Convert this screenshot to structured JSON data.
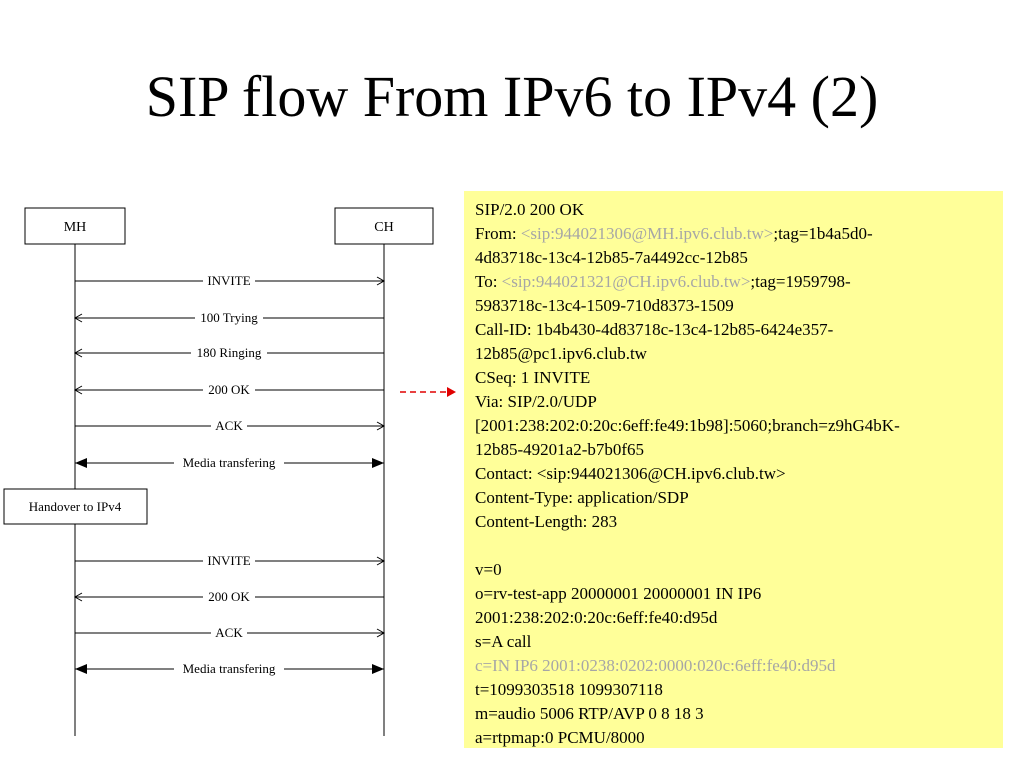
{
  "slide": {
    "title": "SIP flow From IPv6 to IPv4 (2)"
  },
  "diagram": {
    "actors": {
      "left": "MH",
      "right": "CH"
    },
    "messages": [
      {
        "label": "INVITE",
        "direction": "right"
      },
      {
        "label": "100 Trying",
        "direction": "left"
      },
      {
        "label": "180 Ringing",
        "direction": "left"
      },
      {
        "label": "200 OK",
        "direction": "left"
      },
      {
        "label": "ACK",
        "direction": "right"
      },
      {
        "label": "Media transfering",
        "direction": "both"
      }
    ],
    "handover_label": "Handover to IPv4",
    "messages_after": [
      {
        "label": "INVITE",
        "direction": "right"
      },
      {
        "label": "200 OK",
        "direction": "left"
      },
      {
        "label": "ACK",
        "direction": "right"
      },
      {
        "label": "Media transfering",
        "direction": "both"
      }
    ],
    "colors": {
      "pointer_arrow": "#e00000"
    }
  },
  "sip_message": {
    "status_line": "SIP/2.0 200 OK",
    "from_prefix": "From: ",
    "from_uri": "<sip:944021306@MH.ipv6.club.tw>",
    "from_suffix": ";tag=1b4a5d0-",
    "from_cont": "4d83718c-13c4-12b85-7a4492cc-12b85",
    "to_prefix": "To: ",
    "to_uri": "<sip:944021321@CH.ipv6.club.tw>",
    "to_suffix": ";tag=1959798-",
    "to_cont": "5983718c-13c4-1509-710d8373-1509",
    "call_id": "Call-ID: 1b4b430-4d83718c-13c4-12b85-6424e357-",
    "call_id_cont": "12b85@pc1.ipv6.club.tw",
    "cseq": "CSeq: 1 INVITE",
    "via": "Via: SIP/2.0/UDP",
    "via_cont1": "[2001:238:202:0:20c:6eff:fe49:1b98]:5060;branch=z9hG4bK-",
    "via_cont2": "12b85-49201a2-b7b0f65",
    "contact": "Contact: <sip:944021306@CH.ipv6.club.tw>",
    "content_type": "Content-Type: application/SDP",
    "content_length": "Content-Length: 283",
    "sdp_v": "v=0",
    "sdp_o": "o=rv-test-app 20000001 20000001 IN IP6",
    "sdp_o_cont": "2001:238:202:0:20c:6eff:fe40:d95d",
    "sdp_s": "s=A call",
    "sdp_c": "c=IN IP6 2001:0238:0202:0000:020c:6eff:fe40:d95d",
    "sdp_t": "t=1099303518 1099307118",
    "sdp_m": "m=audio 5006 RTP/AVP 0 8 18 3",
    "sdp_a": "a=rtpmap:0 PCMU/8000",
    "colors": {
      "background": "#ffff99",
      "dimmed_text": "#a6a6a6"
    }
  }
}
